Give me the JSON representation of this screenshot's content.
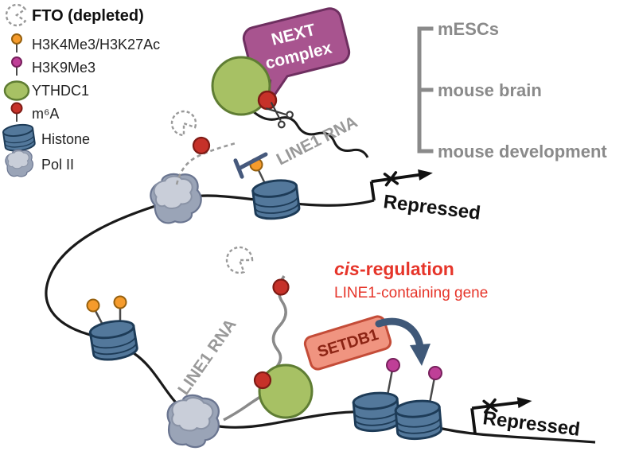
{
  "legend": {
    "items": [
      {
        "label": "FTO (depleted)",
        "icon": "fto-depleted-dashed-circle"
      },
      {
        "label": "H3K4Me3/H3K27Ac",
        "icon": "orange-histone-mark"
      },
      {
        "label": "H3K9Me3",
        "icon": "magenta-histone-mark"
      },
      {
        "label": "YTHDC1",
        "icon": "green-oval"
      },
      {
        "label": "m⁶A",
        "icon": "red-rna-mark"
      },
      {
        "label": "Histone",
        "icon": "histone-cylinder"
      },
      {
        "label": "Pol II",
        "icon": "polymerase-blob"
      }
    ]
  },
  "contexts": {
    "items": [
      {
        "label": "mESCs"
      },
      {
        "label": "mouse brain"
      },
      {
        "label": "mouse development"
      }
    ]
  },
  "top_pathway": {
    "next_complex_line1": "NEXT",
    "next_complex_line2": "complex",
    "rna_label": "LINE1 RNA",
    "repressed_label": "Repressed"
  },
  "bottom_pathway": {
    "rna_label": "LINE1 RNA",
    "setdb1_label": "SETDB1",
    "repressed_label": "Repressed"
  },
  "annotation": {
    "cis_italic": "cis",
    "cis_rest": "-regulation",
    "subtitle": "LINE1-containing gene"
  },
  "colors": {
    "histone_blue": "#53789b",
    "histone_outline": "#1d3b57",
    "ythdc1_green": "#a7c164",
    "ythdc1_outline": "#5f7d33",
    "m6a_red": "#c63129",
    "h3k4me3_orange": "#f59b2c",
    "h3k9me3_magenta": "#bf3f97",
    "next_complex_magenta": "#a8548f",
    "setdb1_salmon": "#f09480",
    "setdb1_outline": "#c44c38",
    "pol2_gray": "#c9ced9",
    "dna_black": "#1a1a1a",
    "inhibition_blue": "#46597c",
    "deposition_arrow_blue": "#3f5878",
    "context_gray": "#8a8a8a",
    "rna_label_gray": "#999999",
    "cis_red": "#e6352a"
  }
}
